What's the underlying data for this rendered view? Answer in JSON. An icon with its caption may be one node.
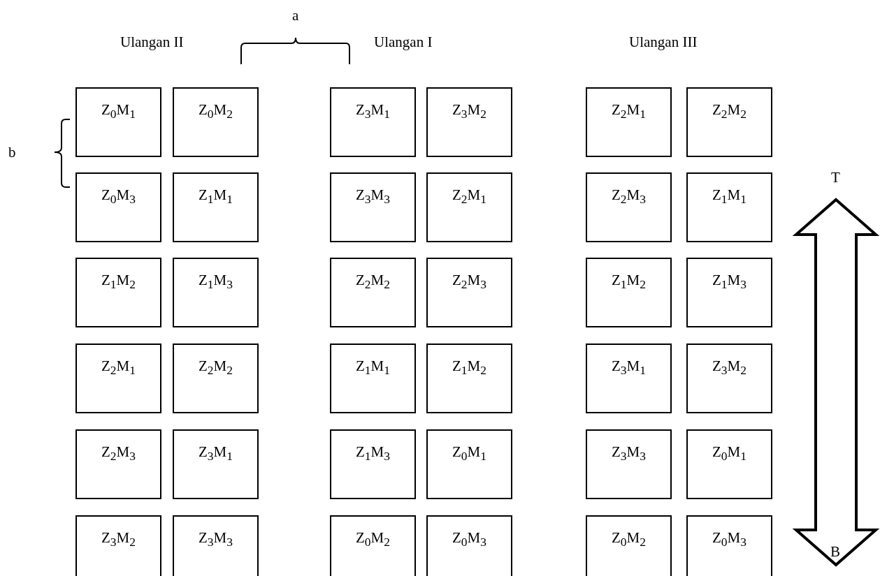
{
  "diagram": {
    "nodes": [
      {
        "text": [
          "Z$_{0}$M$_{1}$"
        ]
      },
      {
        "text": [
          "Z$_{0}$M$_{2}$"
        ]
      },
      {
        "text": [
          "Z$_{3}$M$_{1}$"
        ]
      },
      {
        "text": [
          "Z$_{3}$M$_{2}$"
        ]
      },
      {
        "text": [
          "Z$_{2}$M$_{1}$"
        ]
      },
      {
        "text": [
          "Z$_{2}$M$_{2}$"
        ]
      },
      {
        "text": [
          "Z$_{0}$M$_{3}$"
        ]
      },
      {
        "text": [
          "Z$_{1}$M$_{1}$"
        ]
      },
      {
        "text": [
          "Z$_{3}$M$_{3}$"
        ]
      },
      {
        "text": [
          "Z$_{2}$M$_{1}$"
        ]
      },
      {
        "text": [
          "Z$_{2}$M$_{3}$"
        ]
      },
      {
        "text": [
          "Z$_{1}$M$_{1}$"
        ]
      },
      {
        "text": [
          "Z$_{1}$M$_{2}$"
        ]
      },
      {
        "text": [
          "Z$_{1}$M$_{3}$"
        ]
      },
      {
        "text": [
          "Z$_{2}$M$_{2}$"
        ]
      },
      {
        "text": [
          "Z$_{2}$M$_{3}$"
        ]
      },
      {
        "text": [
          "Z$_{1}$M$_{2}$"
        ]
      },
      {
        "text": [
          "Z$_{1}$M$_{3}$"
        ]
      },
      {
        "text": [
          "Z$_{2}$M$_{1}$"
        ]
      },
      {
        "text": [
          "Z$_{2}$M$_{2}$"
        ]
      },
      {
        "text": [
          "Z$_{1}$M$_{1}$"
        ]
      },
      {
        "text": [
          "Z$_{1}$M$_{2}$"
        ]
      },
      {
        "text": [
          "Z$_{3}$M$_{1}$"
        ]
      },
      {
        "text": [
          "Z$_{3}$M$_{2}$"
        ]
      },
      {
        "text": [
          "Z$_{2}$M$_{3}$"
        ]
      },
      {
        "text": [
          "Z$_{3}$M$_{1}$"
        ]
      },
      {
        "text": [
          "Z$_{1}$M$_{3}$"
        ]
      },
      {
        "text": [
          "Z$_{0}$M$_{1}$"
        ]
      },
      {
        "text": [
          "Z$_{3}$M$_{3}$"
        ]
      },
      {
        "text": [
          "Z$_{0}$M$_{1}$"
        ]
      },
      {
        "text": [
          "Z$_{3}$M$_{2}$"
        ]
      },
      {
        "text": [
          "Z$_{3}$M$_{3}$"
        ]
      },
      {
        "text": [
          "Z$_{0}$M$_{2}$"
        ]
      },
      {
        "text": [
          "Z$_{0}$M$_{3}$"
        ]
      },
      {
        "text": [
          "Z$_{0}$M$_{2}$"
        ]
      },
      {
        "text": [
          "Z$_{0}$M$_{3}$"
        ]
      }
    ],
    "labels": [
      "a",
      "Ulangan II",
      "Ulangan I",
      "Ulangan III",
      "b",
      "T",
      "B"
    ]
  }
}
